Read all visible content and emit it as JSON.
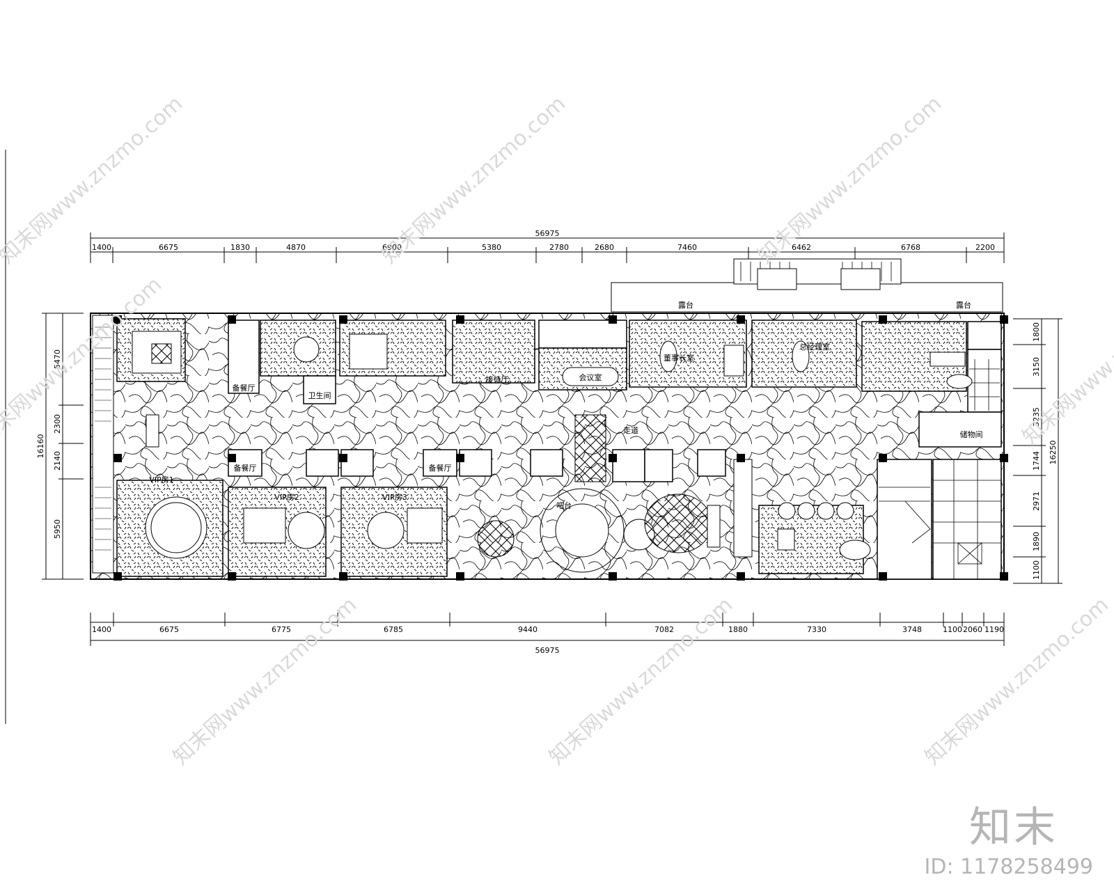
{
  "drawing": {
    "overall_dim_top": "56975",
    "overall_dim_bottom": "56975",
    "top_dims": [
      "1400",
      "6675",
      "1830",
      "4870",
      "6900",
      "5380",
      "2780",
      "2680",
      "7460",
      "6462",
      "6768",
      "2200"
    ],
    "bottom_dims": [
      "1400",
      "6675",
      "6775",
      "6785",
      "9440",
      "7082",
      "1880",
      "7330",
      "3748",
      "1100",
      "2060",
      "1190"
    ],
    "left_total": "16160",
    "left_dims": [
      "5470",
      "2300",
      "2140",
      "5950"
    ],
    "right_total": "16250",
    "right_dims": [
      "1800",
      "3150",
      "3235",
      "1744",
      "2971",
      "1890",
      "1100"
    ],
    "rooms": {
      "balcony": "露台",
      "balcony2": "露台",
      "vip1": "VIP房1",
      "vip2": "VIP房2",
      "vip3": "VIP房3",
      "meeting": "会议室",
      "corridor": "走道",
      "backup_office_1": "备餐厅",
      "backup_office_2": "备餐厅",
      "backup_office_3": "备餐厅",
      "wc": "卫生间",
      "chairman": "董事长室",
      "gm": "总经理室",
      "storage": "储物间",
      "bar": "吧台",
      "reception": "接待厅"
    }
  },
  "watermark": {
    "text": "知末网www.znzmo.com"
  },
  "brand": {
    "logo": "知末",
    "id": "ID: 1178258499"
  }
}
